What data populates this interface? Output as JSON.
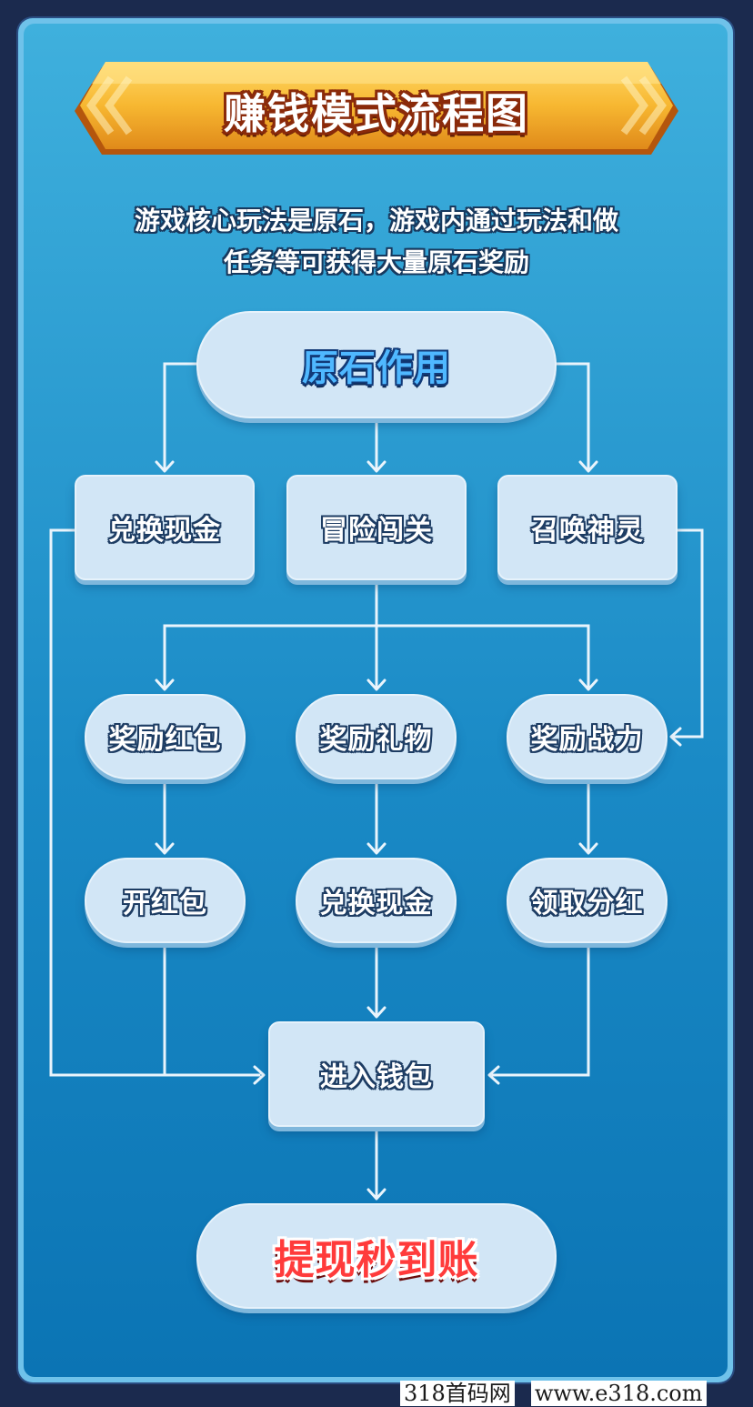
{
  "title": "赚钱模式流程图",
  "intro": {
    "line1": "游戏核心玩法是原石，游戏内通过玩法和做",
    "line2": "任务等可获得大量原石奖励"
  },
  "nodes": {
    "root": "原石作用",
    "level1": [
      "兑换现金",
      "冒险闯关",
      "召唤神灵"
    ],
    "level2": [
      "奖励红包",
      "奖励礼物",
      "奖励战力"
    ],
    "level3": [
      "开红包",
      "兑换现金",
      "领取分红"
    ],
    "wallet": "进入钱包",
    "final": "提现秒到账"
  },
  "watermark": {
    "site_name": "318首码网",
    "url": "www.e318.com"
  },
  "colors": {
    "frame": "#1b2a4e",
    "panel_top": "#3fb0dd",
    "panel_bottom": "#0b74b4",
    "node_fill": "#d2e6f6",
    "banner": "#f5b835",
    "root_text": "#4fb8ff",
    "final_text": "#ff3b3b"
  }
}
